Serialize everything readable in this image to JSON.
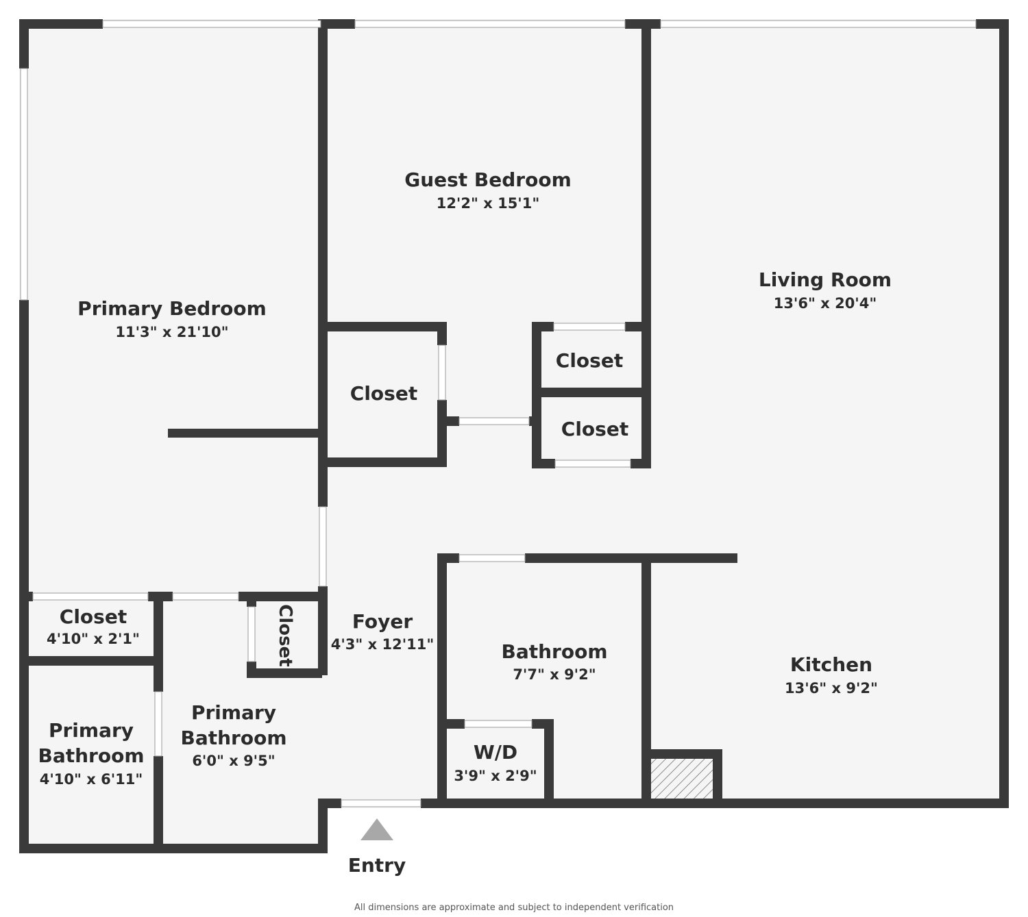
{
  "rooms": {
    "primary_bedroom": {
      "name": "Primary Bedroom",
      "dims": "11'3\" x 21'10\""
    },
    "guest_bedroom": {
      "name": "Guest Bedroom",
      "dims": "12'2\" x 15'1\""
    },
    "living_room": {
      "name": "Living Room",
      "dims": "13'6\" x 20'4\""
    },
    "closet_center": {
      "name": "Closet"
    },
    "closet_upper_right": {
      "name": "Closet"
    },
    "closet_lower_right": {
      "name": "Closet"
    },
    "closet_small": {
      "name": "Closet",
      "dims": "4'10\" x 2'1\""
    },
    "closet_vertical": {
      "name": "Closet"
    },
    "primary_bathroom_a": {
      "name_line1": "Primary",
      "name_line2": "Bathroom",
      "dims": "4'10\" x 6'11\""
    },
    "primary_bathroom_b": {
      "name_line1": "Primary",
      "name_line2": "Bathroom",
      "dims": "6'0\" x 9'5\""
    },
    "foyer": {
      "name": "Foyer",
      "dims": "4'3\" x 12'11\""
    },
    "bathroom": {
      "name": "Bathroom",
      "dims": "7'7\" x 9'2\""
    },
    "wd": {
      "name": "W/D",
      "dims": "3'9\" x 2'9\""
    },
    "kitchen": {
      "name": "Kitchen",
      "dims": "13'6\" x 9'2\""
    }
  },
  "entry": {
    "label": "Entry"
  },
  "disclaimer": "All dimensions are approximate and subject to independent verification",
  "colors": {
    "wall": "#3a3a3a",
    "floor": "#f5f5f5",
    "text": "#2b2b2b",
    "entry_marker": "#a8a8a8"
  }
}
